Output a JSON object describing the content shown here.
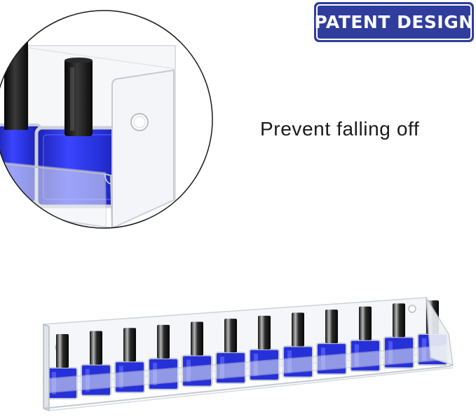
{
  "badge": {
    "label": "PATENT DESIGN",
    "color": "#2f3d9c"
  },
  "caption": {
    "text": "Prevent falling off"
  },
  "product": {
    "bottle_count": 12,
    "polish_color": "#2630d8",
    "cap_color": "#151515"
  }
}
